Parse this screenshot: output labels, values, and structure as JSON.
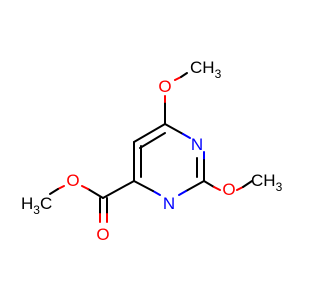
{
  "molecule": {
    "colors": {
      "bond": "#000000",
      "oxygen": "#ff0000",
      "nitrogen": "#0000ff",
      "carbon_label": "#000000"
    },
    "atoms": {
      "n_top": "N",
      "n_bottom": "N",
      "o_methoxy_top": "O",
      "o_methoxy_right": "O",
      "o_ester": "O",
      "o_carbonyl": "O",
      "ch3_top": {
        "main": "CH",
        "sub": "3"
      },
      "ch3_right": {
        "main": "CH",
        "sub": "3"
      },
      "h3c_left": {
        "main": "H",
        "sub": "3",
        "tail": "C"
      }
    }
  }
}
